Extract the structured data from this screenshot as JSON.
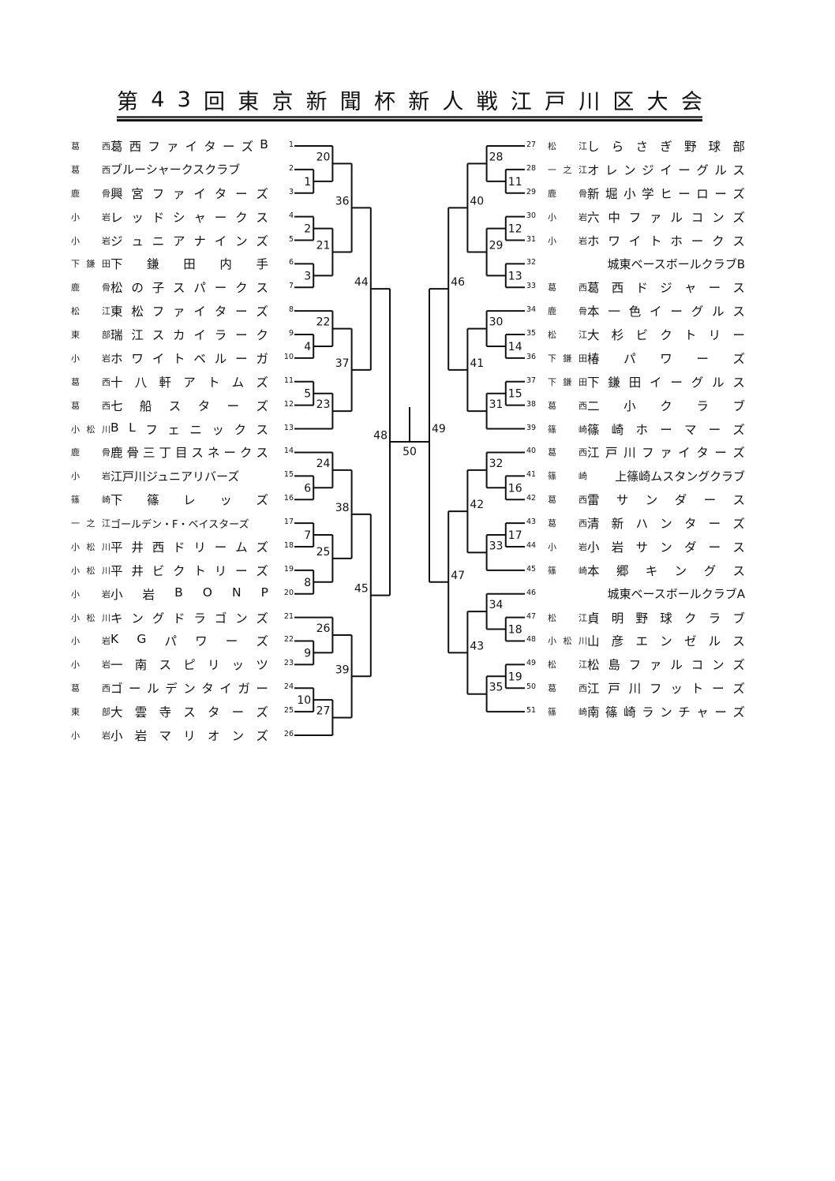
{
  "title": "第43回東京新聞杯新人戦江戸川区大会",
  "left_teams": [
    {
      "seed": "1",
      "area": "葛西",
      "team": "葛西ファイターズB"
    },
    {
      "seed": "2",
      "area": "葛西",
      "team": "ブルーシャークスクラブ"
    },
    {
      "seed": "3",
      "area": "鹿骨",
      "team": "興宮ファイターズ"
    },
    {
      "seed": "4",
      "area": "小岩",
      "team": "レッドシャークス"
    },
    {
      "seed": "5",
      "area": "小岩",
      "team": "ジュニアナインズ"
    },
    {
      "seed": "6",
      "area": "下鎌田",
      "team": "下鎌田内手"
    },
    {
      "seed": "7",
      "area": "鹿骨",
      "team": "松の子スパークス"
    },
    {
      "seed": "8",
      "area": "松江",
      "team": "東松ファイターズ"
    },
    {
      "seed": "9",
      "area": "東部",
      "team": "瑞江スカイラーク"
    },
    {
      "seed": "10",
      "area": "小岩",
      "team": "ホワイトベルーガ"
    },
    {
      "seed": "11",
      "area": "葛西",
      "team": "十八軒アトムズ"
    },
    {
      "seed": "12",
      "area": "葛西",
      "team": "七船スターズ"
    },
    {
      "seed": "13",
      "area": "小松川",
      "team": "BLフェニックス"
    },
    {
      "seed": "14",
      "area": "鹿骨",
      "team": "鹿骨三丁目スネークス"
    },
    {
      "seed": "15",
      "area": "小岩",
      "team": "江戸川ジュニアリバーズ"
    },
    {
      "seed": "16",
      "area": "篠崎",
      "team": "下篠レッズ"
    },
    {
      "seed": "17",
      "area": "一之江",
      "team": "ゴールデン・F・ベイスターズ"
    },
    {
      "seed": "18",
      "area": "小松川",
      "team": "平井西ドリームズ"
    },
    {
      "seed": "19",
      "area": "小松川",
      "team": "平井ビクトリーズ"
    },
    {
      "seed": "20",
      "area": "小岩",
      "team": "小岩BONP"
    },
    {
      "seed": "21",
      "area": "小松川",
      "team": "キングドラゴンズ"
    },
    {
      "seed": "22",
      "area": "小岩",
      "team": "KGパワーズ"
    },
    {
      "seed": "23",
      "area": "小岩",
      "team": "一南スピリッツ"
    },
    {
      "seed": "24",
      "area": "葛西",
      "team": "ゴールデンタイガー"
    },
    {
      "seed": "25",
      "area": "東部",
      "team": "大雲寺スターズ"
    },
    {
      "seed": "26",
      "area": "小岩",
      "team": "小岩マリオンズ"
    }
  ],
  "right_teams": [
    {
      "seed": "27",
      "area": "松江",
      "team": "しらさぎ野球部"
    },
    {
      "seed": "28",
      "area": "一之江",
      "team": "オレンジイーグルス"
    },
    {
      "seed": "29",
      "area": "鹿骨",
      "team": "新堀小学ヒーローズ"
    },
    {
      "seed": "30",
      "area": "小岩",
      "team": "六中ファルコンズ"
    },
    {
      "seed": "31",
      "area": "小岩",
      "team": "ホワイトホークス"
    },
    {
      "seed": "32",
      "area": "",
      "team": "城東ベースボールクラブB"
    },
    {
      "seed": "33",
      "area": "葛西",
      "team": "葛西ドジャース"
    },
    {
      "seed": "34",
      "area": "鹿骨",
      "team": "本一色イーグルス"
    },
    {
      "seed": "35",
      "area": "松江",
      "team": "大杉ビクトリー"
    },
    {
      "seed": "36",
      "area": "下鎌田",
      "team": "椿パワーズ"
    },
    {
      "seed": "37",
      "area": "下鎌田",
      "team": "下鎌田イーグルス"
    },
    {
      "seed": "38",
      "area": "葛西",
      "team": "二小クラブ"
    },
    {
      "seed": "39",
      "area": "篠崎",
      "team": "篠崎ホーマーズ"
    },
    {
      "seed": "40",
      "area": "葛西",
      "team": "江戸川ファイターズ"
    },
    {
      "seed": "41",
      "area": "篠崎",
      "team": "上篠崎ムスタングクラブ"
    },
    {
      "seed": "42",
      "area": "葛西",
      "team": "雷サンダース"
    },
    {
      "seed": "43",
      "area": "葛西",
      "team": "清新ハンターズ"
    },
    {
      "seed": "44",
      "area": "小岩",
      "team": "小岩サンダース"
    },
    {
      "seed": "45",
      "area": "篠崎",
      "team": "本郷キングス"
    },
    {
      "seed": "46",
      "area": "",
      "team": "城東ベースボールクラブA"
    },
    {
      "seed": "47",
      "area": "松江",
      "team": "貞明野球クラブ"
    },
    {
      "seed": "48",
      "area": "小松川",
      "team": "山彦エンゼルス"
    },
    {
      "seed": "49",
      "area": "松江",
      "team": "松島ファルコンズ"
    },
    {
      "seed": "50",
      "area": "葛西",
      "team": "江戸川フットーズ"
    },
    {
      "seed": "51",
      "area": "篠崎",
      "team": "南篠崎ランチャーズ"
    }
  ],
  "bracket": {
    "left": [
      {
        "no": "1",
        "a": "s2",
        "b": "s3"
      },
      {
        "no": "2",
        "a": "s4",
        "b": "s5"
      },
      {
        "no": "3",
        "a": "s6",
        "b": "s7"
      },
      {
        "no": "4",
        "a": "s9",
        "b": "s10"
      },
      {
        "no": "5",
        "a": "s11",
        "b": "s12"
      },
      {
        "no": "6",
        "a": "s15",
        "b": "s16"
      },
      {
        "no": "7",
        "a": "s17",
        "b": "s18"
      },
      {
        "no": "8",
        "a": "s19",
        "b": "s20"
      },
      {
        "no": "9",
        "a": "s22",
        "b": "s23"
      },
      {
        "no": "10",
        "a": "s24",
        "b": "s25"
      },
      {
        "no": "20",
        "a": "s1",
        "b": "m1"
      },
      {
        "no": "21",
        "a": "m2",
        "b": "m3"
      },
      {
        "no": "22",
        "a": "s8",
        "b": "m4"
      },
      {
        "no": "23",
        "a": "m5",
        "b": "s13"
      },
      {
        "no": "24",
        "a": "s14",
        "b": "m6"
      },
      {
        "no": "25",
        "a": "m7",
        "b": "m8"
      },
      {
        "no": "26",
        "a": "s21",
        "b": "m9"
      },
      {
        "no": "27",
        "a": "m10",
        "b": "s26"
      },
      {
        "no": "36",
        "a": "m20",
        "b": "m21"
      },
      {
        "no": "37",
        "a": "m22",
        "b": "m23"
      },
      {
        "no": "38",
        "a": "m24",
        "b": "m25"
      },
      {
        "no": "39",
        "a": "m26",
        "b": "m27"
      },
      {
        "no": "44",
        "a": "m36",
        "b": "m37"
      },
      {
        "no": "45",
        "a": "m38",
        "b": "m39"
      },
      {
        "no": "48",
        "a": "m44",
        "b": "m45"
      }
    ],
    "right": [
      {
        "no": "11",
        "a": "s28",
        "b": "s29"
      },
      {
        "no": "12",
        "a": "s30",
        "b": "s31"
      },
      {
        "no": "13",
        "a": "s32",
        "b": "s33"
      },
      {
        "no": "14",
        "a": "s35",
        "b": "s36"
      },
      {
        "no": "15",
        "a": "s37",
        "b": "s38"
      },
      {
        "no": "16",
        "a": "s41",
        "b": "s42"
      },
      {
        "no": "17",
        "a": "s43",
        "b": "s44"
      },
      {
        "no": "18",
        "a": "s47",
        "b": "s48"
      },
      {
        "no": "19",
        "a": "s49",
        "b": "s50"
      },
      {
        "no": "28",
        "a": "s27",
        "b": "m11"
      },
      {
        "no": "29",
        "a": "m12",
        "b": "m13"
      },
      {
        "no": "30",
        "a": "s34",
        "b": "m14"
      },
      {
        "no": "31",
        "a": "m15",
        "b": "s39"
      },
      {
        "no": "32",
        "a": "s40",
        "b": "m16"
      },
      {
        "no": "33",
        "a": "m17",
        "b": "s45"
      },
      {
        "no": "34",
        "a": "s46",
        "b": "m18"
      },
      {
        "no": "35",
        "a": "m19",
        "b": "s51"
      },
      {
        "no": "40",
        "a": "m28",
        "b": "m29"
      },
      {
        "no": "41",
        "a": "m30",
        "b": "m31"
      },
      {
        "no": "42",
        "a": "m32",
        "b": "m33"
      },
      {
        "no": "43",
        "a": "m34",
        "b": "m35"
      },
      {
        "no": "46",
        "a": "m40",
        "b": "m41"
      },
      {
        "no": "47",
        "a": "m42",
        "b": "m43"
      },
      {
        "no": "49",
        "a": "m46",
        "b": "m47"
      }
    ],
    "final": {
      "no": "50",
      "a": "m48",
      "b": "m49"
    }
  }
}
